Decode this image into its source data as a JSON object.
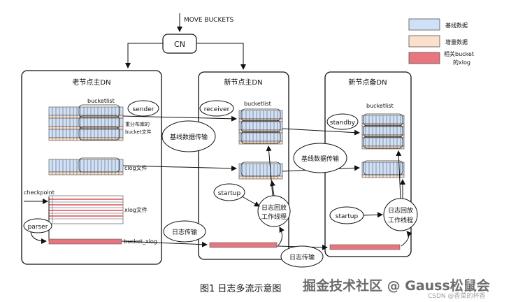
{
  "top_label": "MOVE BUCKETS",
  "cn_label": "CN",
  "legend": {
    "items": [
      {
        "label": "基线数据",
        "color": "#cfe0f7"
      },
      {
        "label": "增量数据",
        "color": "#fbe0cb"
      },
      {
        "label": "相关bucket",
        "label2": "的xlog",
        "color": "#e8767e"
      }
    ]
  },
  "panels": {
    "old_primary": "老节点主DN",
    "new_primary": "新节点主DN",
    "new_standby": "新节点备DN"
  },
  "labels": {
    "bucketlist": "bucketlist",
    "sender": "sender",
    "shard_line1": "重分布库的",
    "shard_line2": "bucket文件",
    "clog": "clog文件",
    "checkpoint": "checkpoint",
    "xlog": "xlog文件",
    "parser": "parser",
    "bucket_xlog": "bucket_xlog",
    "receiver": "receiver",
    "standby": "standby",
    "startup": "startup",
    "replay_line1": "日志回放",
    "replay_line2": "工作线程",
    "baseline_transfer": "基线数据传输",
    "log_transfer": "日志传输"
  },
  "caption": {
    "figure": "图1  日志多流示意图",
    "watermark": "掘金技术社区 @ Gauss松鼠会",
    "csdn": "CSDN @香菜的杯香"
  },
  "colors": {
    "baseline": "#cfe0f7",
    "incremental": "#fbe0cb",
    "xlog": "#e8767e"
  }
}
